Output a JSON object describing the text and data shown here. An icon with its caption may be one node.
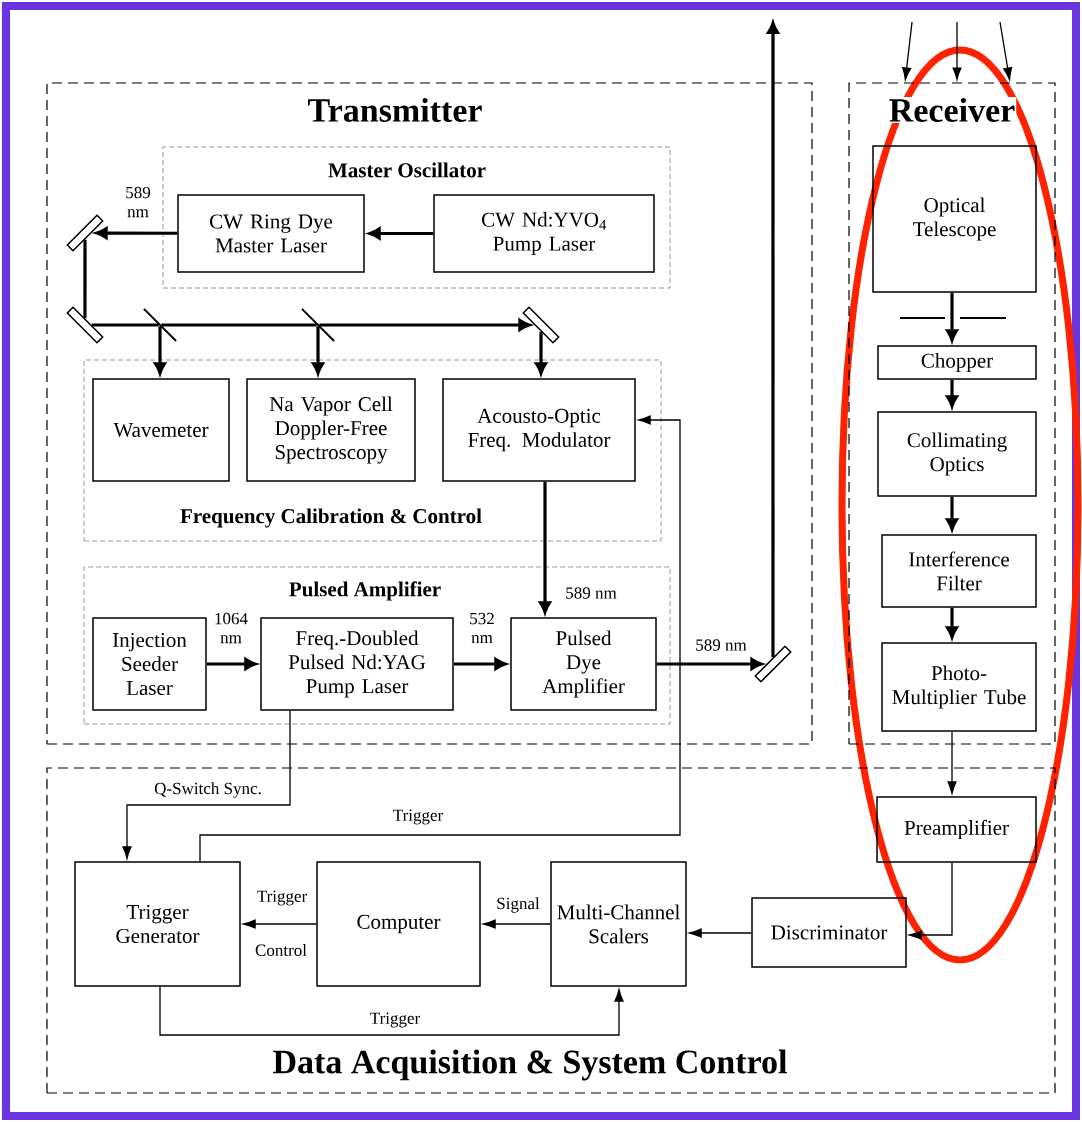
{
  "diagram": {
    "nodes": [
      {
        "text": [
          "Transmitter"
        ]
      },
      {
        "text": [
          "Master Oscillator"
        ],
        "in": 0
      },
      {
        "text": [
          "CW Ring Dye Master Laser"
        ],
        "in": 1
      },
      {
        "text": [
          "CW Nd:YVO$_{4}$ Pump Laser"
        ],
        "in": 1
      },
      {
        "text": [
          "Frequency Calibration & Control"
        ],
        "in": 0
      },
      {
        "text": [
          "Wavemeter"
        ],
        "in": 4
      },
      {
        "text": [
          "Na Vapor Cell Doppler-Free Spectroscopy"
        ],
        "in": 4
      },
      {
        "text": [
          "Acousto-Optic Freq. Modulator"
        ],
        "in": 4
      },
      {
        "text": [
          "Pulsed Amplifier"
        ],
        "in": 0
      },
      {
        "text": [
          "Injection Seeder Laser"
        ],
        "in": 8
      },
      {
        "text": [
          "Freq.-Doubled Pulsed Nd:YAG Pump Laser"
        ],
        "in": 8
      },
      {
        "text": [
          "Pulsed Dye Amplifier"
        ],
        "in": 8
      },
      {
        "text": [
          "Receiver"
        ]
      },
      {
        "text": [
          "Optical Telescope"
        ],
        "in": 12
      },
      {
        "text": [
          "Chopper"
        ],
        "in": 12
      },
      {
        "text": [
          "Collimating Optics"
        ],
        "in": 12
      },
      {
        "text": [
          "Interference Filter"
        ],
        "in": 12
      },
      {
        "text": [
          "Photo-Multiplier Tube"
        ],
        "in": 12
      },
      {
        "text": [
          "Data Acquisition & System Control"
        ]
      },
      {
        "text": [
          "Preamplifier"
        ],
        "in": 18
      },
      {
        "text": [
          "Trigger Generator"
        ],
        "in": 18
      },
      {
        "text": [
          "Computer"
        ],
        "in": 18
      },
      {
        "text": [
          "Multi-Channel Scalers"
        ],
        "in": 18
      },
      {
        "text": [
          "Discriminator"
        ],
        "in": 18
      },
      {
        "text": [],
        "shape": "mirror",
        "in": 0
      },
      {
        "text": [],
        "shape": "mirror",
        "in": 0
      },
      {
        "text": [],
        "shape": "line",
        "in": 0
      },
      {
        "text": [],
        "shape": "line",
        "in": 0
      },
      {
        "text": [],
        "shape": "mirror",
        "in": 0
      },
      {
        "text": [],
        "shape": "mirror",
        "in": 0
      }
    ],
    "edges": [
      {
        "from": 3,
        "to": 2,
        "arrow": "to"
      },
      {
        "from": 2,
        "to": 24,
        "arrow": "to",
        "label": "589 nm"
      },
      {
        "from": 24,
        "to": 25,
        "arrow": "none"
      },
      {
        "from": 25,
        "to": 26,
        "arrow": "none"
      },
      {
        "from": 26,
        "to": 27,
        "arrow": "none"
      },
      {
        "from": 27,
        "to": 28,
        "arrow": "to"
      },
      {
        "from": 26,
        "to": 5,
        "arrow": "to"
      },
      {
        "from": 27,
        "to": 6,
        "arrow": "to"
      },
      {
        "from": 28,
        "to": 7,
        "arrow": "to"
      },
      {
        "from": 7,
        "to": 11,
        "arrow": "to",
        "label": "589 nm"
      },
      {
        "from": 9,
        "to": 10,
        "arrow": "to",
        "label": "1064 nm"
      },
      {
        "from": 10,
        "to": 11,
        "arrow": "to",
        "label": "532 nm"
      },
      {
        "from": 11,
        "to": 29,
        "arrow": "to",
        "label": "589 nm"
      },
      {
        "from": 29,
        "to": null,
        "arrow": "to"
      },
      {
        "from": null,
        "to": 12,
        "arrow": "to"
      },
      {
        "from": null,
        "to": 12,
        "arrow": "to"
      },
      {
        "from": null,
        "to": 12,
        "arrow": "to"
      },
      {
        "from": 13,
        "to": 14,
        "arrow": "to"
      },
      {
        "from": 14,
        "to": 15,
        "arrow": "to"
      },
      {
        "from": 15,
        "to": 16,
        "arrow": "to"
      },
      {
        "from": 16,
        "to": 17,
        "arrow": "to"
      },
      {
        "from": 17,
        "to": 19,
        "arrow": "to"
      },
      {
        "from": 19,
        "to": 23,
        "arrow": "to"
      },
      {
        "from": 23,
        "to": 22,
        "arrow": "to"
      },
      {
        "from": 22,
        "to": 21,
        "arrow": "to",
        "label": "Signal"
      },
      {
        "from": 21,
        "to": 20,
        "arrow": "to",
        "label": "Trigger"
      },
      {
        "from": 20,
        "to": 22,
        "arrow": "to",
        "label": "Trigger"
      },
      {
        "from": 20,
        "to": 7,
        "arrow": "to",
        "label": "Trigger"
      },
      {
        "from": 10,
        "to": 20,
        "arrow": "to",
        "label": "Q-Switch Sync."
      }
    ],
    "labels": [
      "Control"
    ]
  }
}
